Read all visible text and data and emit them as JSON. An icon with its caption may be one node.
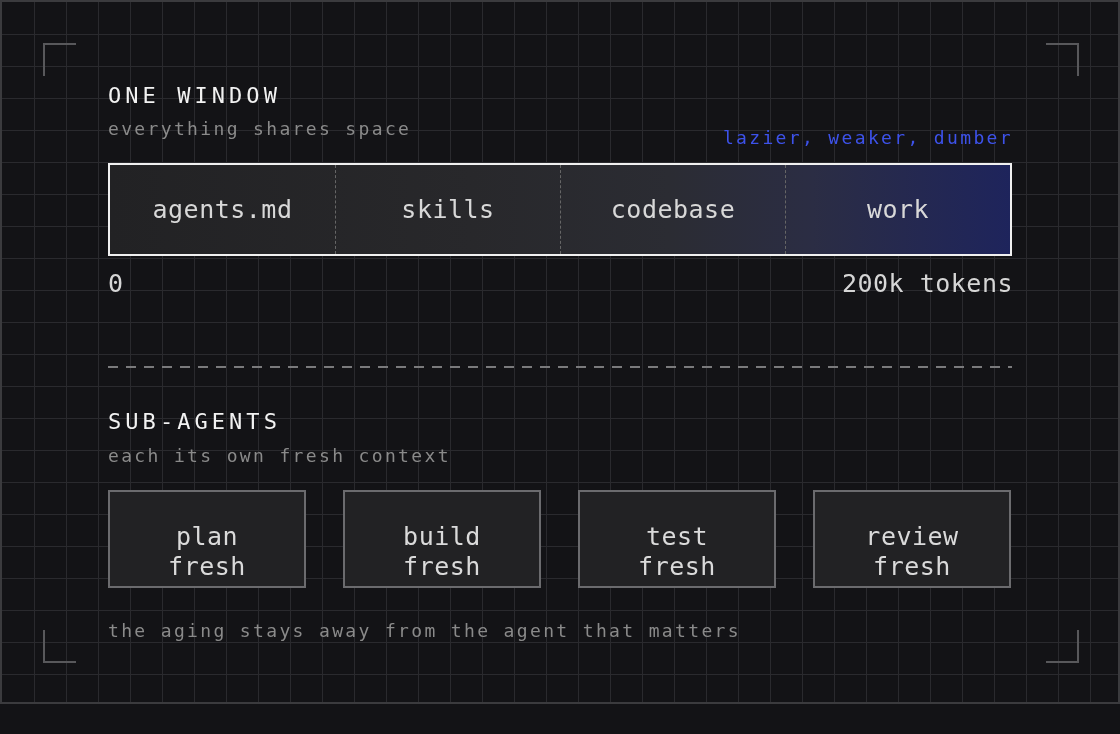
{
  "diagram": {
    "nodes": [
      {
        "text": [],
        "shape": "bar"
      },
      {
        "text": [
          "agents.md"
        ],
        "in": 0
      },
      {
        "text": [
          "skills"
        ],
        "in": 0
      },
      {
        "text": [
          "codebase"
        ],
        "in": 0
      },
      {
        "text": [
          "work"
        ],
        "in": 0
      },
      {
        "text": [
          "plan",
          "fresh"
        ]
      },
      {
        "text": [
          "build",
          "fresh"
        ]
      },
      {
        "text": [
          "test",
          "fresh"
        ]
      },
      {
        "text": [
          "review",
          "fresh"
        ]
      }
    ],
    "labels": [
      "ONE WINDOW",
      "everything shares space",
      "lazier, weaker, dumber",
      "0",
      "200k tokens",
      "SUB-AGENTS",
      "each its own fresh context",
      "the aging stays away from the agent that matters"
    ]
  }
}
